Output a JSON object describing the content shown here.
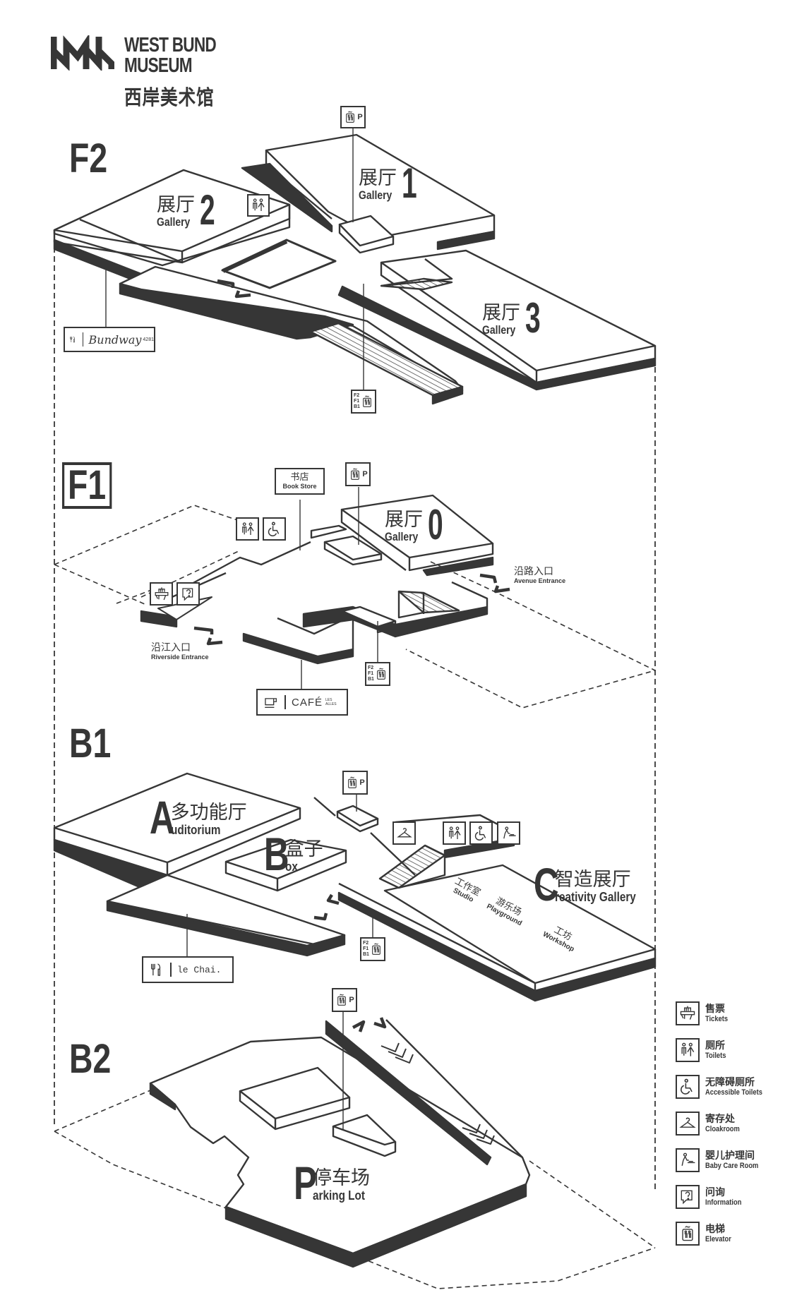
{
  "brand": {
    "name_line1": "WEST BUND",
    "name_line2": "MUSEUM",
    "name_cn": "西岸美术馆",
    "color_primary": "#363636",
    "color_background": "#ffffff"
  },
  "floors": {
    "f2": {
      "label": "F2",
      "galleries": [
        {
          "cn": "展厅",
          "en": "Gallery",
          "number": "2"
        },
        {
          "cn": "展厅",
          "en": "Gallery",
          "number": "1"
        },
        {
          "cn": "展厅",
          "en": "Gallery",
          "number": "3"
        }
      ],
      "restaurant": {
        "icon": "fork-knife-icon",
        "name": "Bundway",
        "sub": "4281"
      },
      "signs": [
        "toilets-icon",
        "elevator-parking-icon",
        "elevator-floors-icon"
      ]
    },
    "f1": {
      "label": "F1",
      "gallery": {
        "cn": "展厅",
        "en": "Gallery",
        "number": "0"
      },
      "book_store": {
        "cn": "书店",
        "en": "Book Store"
      },
      "riverside_entrance": {
        "cn": "沿江入口",
        "en": "Riverside Entrance"
      },
      "avenue_entrance": {
        "cn": "沿路入口",
        "en": "Avenue Entrance"
      },
      "cafe": {
        "icon": "coffee-cup-icon",
        "name": "CAFÉ",
        "sub": "LES ALLES"
      },
      "signs": [
        "toilets-icon",
        "accessible-toilets-icon",
        "tickets-icon",
        "information-icon",
        "elevator-parking-icon",
        "elevator-floors-icon"
      ]
    },
    "b1": {
      "label": "B1",
      "auditorium": {
        "letter": "A",
        "cn": "多功能厅",
        "en": "uditorium"
      },
      "box": {
        "letter": "B",
        "cn": "盒子",
        "en": "ox"
      },
      "creativity": {
        "letter": "C",
        "cn": "智造展厅",
        "en": "reativity Gallery"
      },
      "zones": [
        {
          "cn": "工作室",
          "en": "Studio"
        },
        {
          "cn": "游乐场",
          "en": "Playground"
        },
        {
          "cn": "工坊",
          "en": "Workshop"
        }
      ],
      "restaurant": {
        "icon": "fork-knife-icon",
        "name": "le Chai."
      },
      "signs": [
        "cloakroom-icon",
        "toilets-icon",
        "accessible-toilets-icon",
        "baby-care-icon",
        "elevator-parking-icon",
        "elevator-floors-icon"
      ]
    },
    "b2": {
      "label": "B2",
      "parking": {
        "letter": "P",
        "cn": "停车场",
        "en": "arking Lot"
      },
      "signs": [
        "elevator-parking-icon"
      ]
    }
  },
  "elevator_sign": {
    "parking_letter": "P",
    "floors": [
      "F2",
      "F1",
      "B1"
    ]
  },
  "legend": [
    {
      "icon": "tickets-icon",
      "cn": "售票",
      "en": "Tickets"
    },
    {
      "icon": "toilets-icon",
      "cn": "厕所",
      "en": "Toilets"
    },
    {
      "icon": "accessible-toilets-icon",
      "cn": "无障碍厕所",
      "en": "Accessible Toilets"
    },
    {
      "icon": "cloakroom-icon",
      "cn": "寄存处",
      "en": "Cloakroom"
    },
    {
      "icon": "baby-care-icon",
      "cn": "婴儿护理间",
      "en": "Baby Care Room"
    },
    {
      "icon": "information-icon",
      "cn": "问询",
      "en": "Information"
    },
    {
      "icon": "elevator-icon",
      "cn": "电梯",
      "en": "Elevator"
    }
  ]
}
